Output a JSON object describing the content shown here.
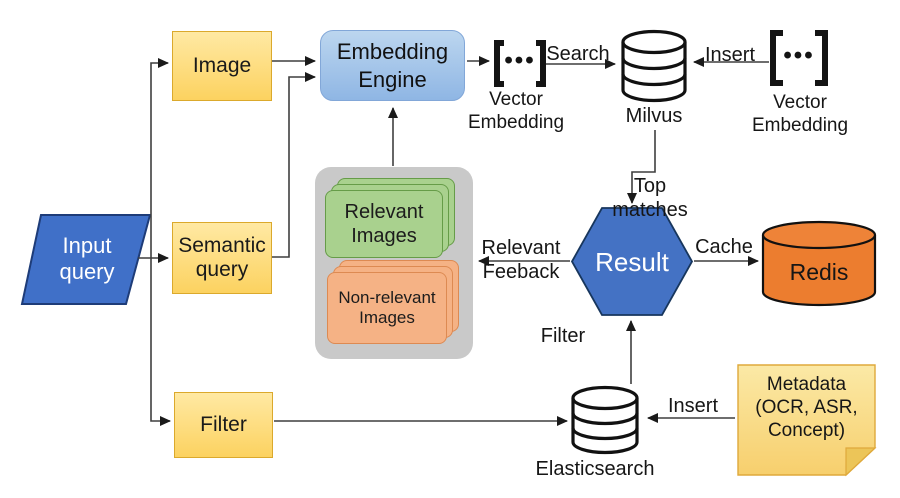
{
  "nodes": {
    "input_query": {
      "label": "Input query"
    },
    "image": {
      "label": "Image"
    },
    "semantic_query": {
      "label": "Semantic query"
    },
    "filter": {
      "label": "Filter"
    },
    "embedding_engine": {
      "label": "Embedding Engine"
    },
    "vector_embedding_left": {
      "label": "Vector Embedding"
    },
    "vector_embedding_right": {
      "label": "Vector Embedding"
    },
    "milvus": {
      "label": "Milvus"
    },
    "result": {
      "label": "Result"
    },
    "redis": {
      "label": "Redis"
    },
    "relevant_images": {
      "label": "Relevant Images"
    },
    "non_relevant_images": {
      "label": "Non-relevant Images"
    },
    "elasticsearch": {
      "label": "Elasticsearch"
    },
    "metadata": {
      "label": "Metadata (OCR, ASR, Concept)"
    }
  },
  "edge_labels": {
    "search": "Search",
    "insert_top": "Insert",
    "top_matches": "Top matches",
    "cache": "Cache",
    "relevant_feedback": "Relevant Feeback",
    "filter": "Filter",
    "insert_bottom": "Insert"
  },
  "icons": {
    "vector_dots": "•••"
  },
  "colors": {
    "node_blue": "#4472C4",
    "light_blue": "#9DC3E6",
    "box_yellow": "#FFD966",
    "note_yellow": "#FFE699",
    "redis_orange": "#ED7D31",
    "card_green": "#A9D18E",
    "card_salmon": "#F4B183",
    "group_gray": "#C9C9C9"
  }
}
